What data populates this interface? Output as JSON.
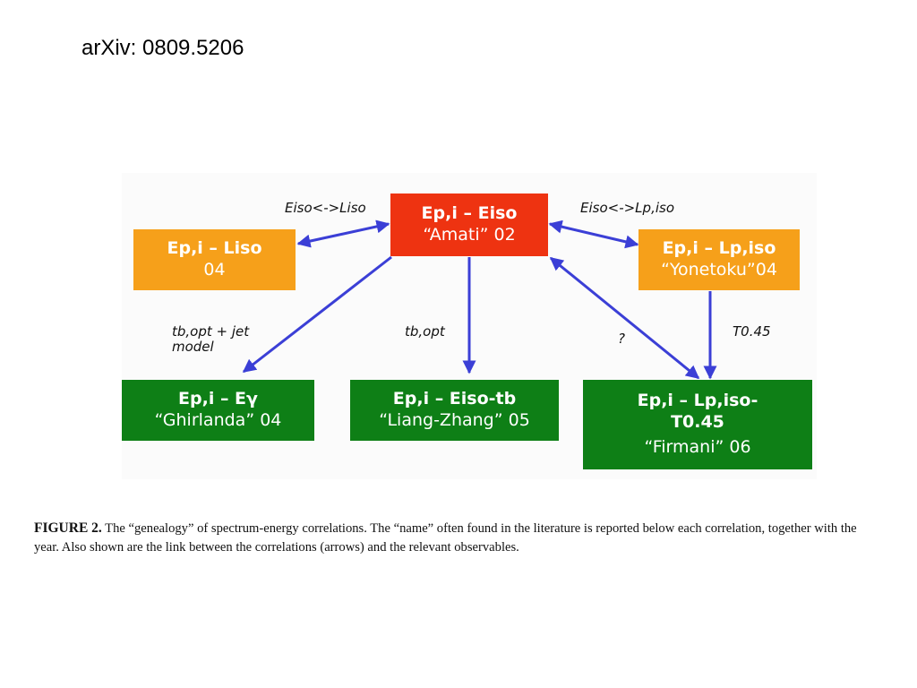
{
  "header": {
    "arxiv_id": "arXiv: 0809.5206"
  },
  "colors": {
    "red": "#ee3311",
    "orange": "#f6a01a",
    "green": "#0e7f16",
    "arrow": "#3b3fd6"
  },
  "nodes": {
    "amati": {
      "title": "Ep,i – Eiso",
      "name": "“Amati” 02"
    },
    "liso": {
      "title": "Ep,i – Liso",
      "name": "04"
    },
    "yonetoku": {
      "title": "Ep,i – Lp,iso",
      "name": "“Yonetoku”04"
    },
    "ghirlanda": {
      "title": "Ep,i – Eγ",
      "name": "“Ghirlanda” 04"
    },
    "liang_zhang": {
      "title": "Ep,i – Eiso-tb",
      "name": "“Liang-Zhang” 05"
    },
    "firmani": {
      "title": "Ep,i – Lp,iso-\nT0.45",
      "name": "“Firmani” 06"
    }
  },
  "edge_labels": {
    "amati_liso": "Eiso<->Liso",
    "amati_yonetoku": "Eiso<->Lp,iso",
    "amati_ghirlanda": "tb,opt + jet\nmodel",
    "amati_liang_zhang": "tb,opt",
    "amati_firmani": "?",
    "yonetoku_firmani": "T0.45"
  },
  "caption": {
    "label": "FIGURE 2.",
    "text": " The “genealogy” of spectrum-energy correlations. The “name” often found in the literature is reported below each correlation, together with the year. Also shown are the link between the correlations (arrows) and the relevant observables."
  }
}
